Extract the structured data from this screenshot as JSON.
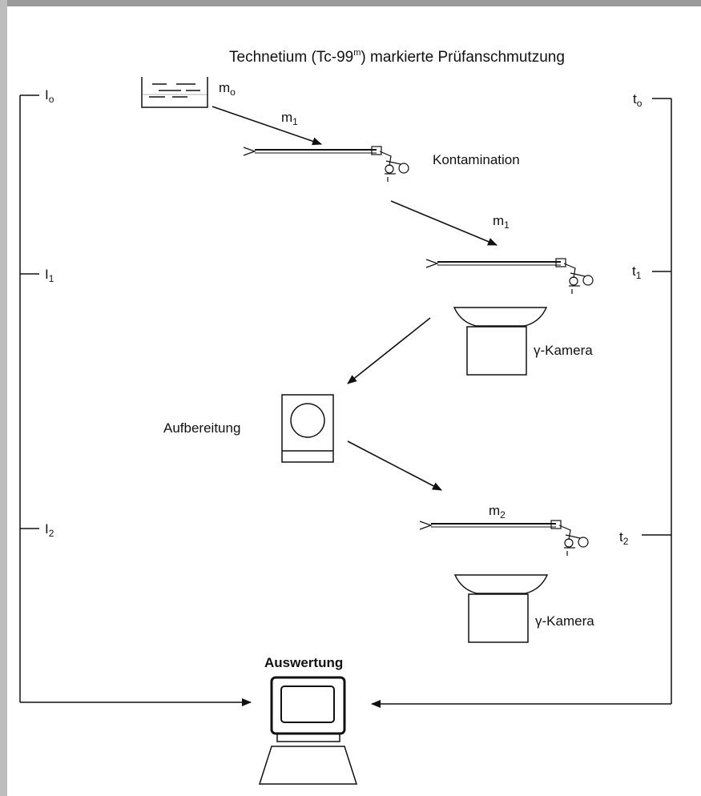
{
  "title": {
    "main": "Technetium (Tc-99",
    "superscript": "m",
    "rest": ") markierte  Prüfanschmutzung"
  },
  "labels": {
    "m0": {
      "base": "m",
      "sub": "o"
    },
    "m1_first": {
      "base": "m",
      "sub": "1"
    },
    "m1_second": {
      "base": "m",
      "sub": "1"
    },
    "m2": {
      "base": "m",
      "sub": "2"
    },
    "kontamination": "Kontamination",
    "aufbereitung": "Aufbereitung",
    "kamera1": "γ-Kamera",
    "kamera2": "γ-Kamera",
    "auswertung": "Auswertung"
  },
  "left_timeline": [
    {
      "base": "I",
      "sub": "o"
    },
    {
      "base": "I",
      "sub": "1"
    },
    {
      "base": "I",
      "sub": "2"
    }
  ],
  "right_timeline": [
    {
      "base": "t",
      "sub": "o"
    },
    {
      "base": "t",
      "sub": "1"
    },
    {
      "base": "t",
      "sub": "2"
    }
  ],
  "colors": {
    "line": "#111111",
    "frame_top": "#9a9a9a",
    "frame_left": "#bdbdbd"
  }
}
